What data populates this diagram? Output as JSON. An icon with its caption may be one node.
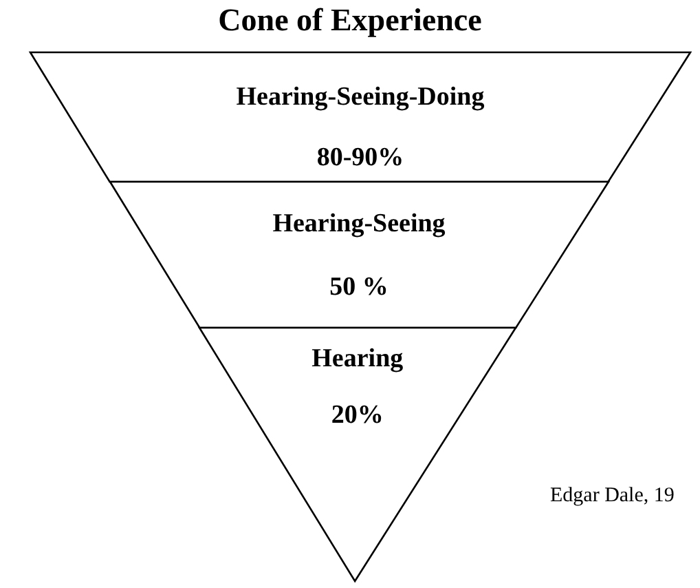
{
  "diagram": {
    "title": "Cone of Experience",
    "nodes": [
      {
        "text": [
          "Hearing-Seeing-Doing",
          "80-90%"
        ]
      },
      {
        "text": [
          "Hearing-Seeing",
          "50 %"
        ]
      },
      {
        "text": [
          "Hearing",
          "20%"
        ]
      }
    ],
    "edges": [],
    "labels": [
      "Edgar Dale, 19"
    ]
  }
}
